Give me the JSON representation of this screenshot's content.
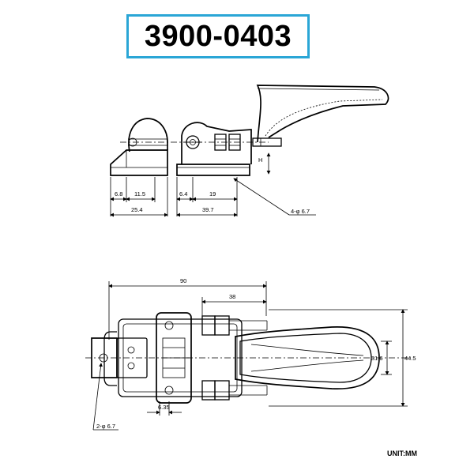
{
  "title": {
    "part_number": "3900-0403"
  },
  "unit_label": "UNIT:MM",
  "side_view": {
    "dims": {
      "d1": "6.8",
      "d2": "11.5",
      "d3": "25.4",
      "d4": "6.4",
      "d5": "19",
      "d6": "39.7",
      "hole_callout": "4-φ 6.7",
      "h_label": "H"
    }
  },
  "top_view": {
    "dims": {
      "overall_length": "90",
      "handle_offset": "38",
      "inner_width": "31.6",
      "outer_width": "44.5",
      "slot": "6.35",
      "hole_callout": "2-φ 6.7"
    }
  }
}
